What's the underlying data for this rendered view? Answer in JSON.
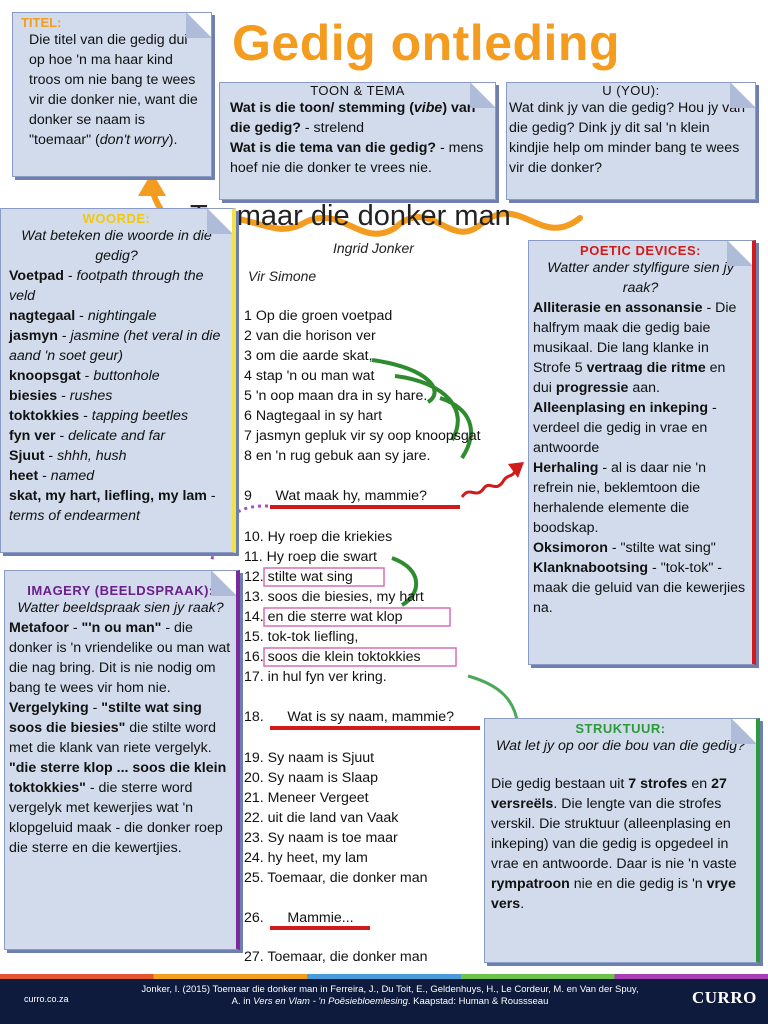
{
  "header": {
    "title": "Gedig ontleding"
  },
  "poem": {
    "title": "Toemaar die donker man",
    "author": "Ingrid Jonker",
    "dedication": "Vir Simone",
    "lines": [
      "1 Op die groen voetpad",
      "2 van die horison ver",
      "3 om die aarde skat,",
      "4 stap 'n ou man wat",
      "5 'n oop maan dra in sy hare.",
      "6 Nagtegaal in sy hart",
      "7 jasmyn gepluk vir sy oop knoopsgat",
      "8 en 'n rug gebuk aan sy jare.",
      "9      Wat maak hy, mammie?",
      "10. Hy roep die kriekies",
      "11. Hy roep die swart",
      "12. stilte wat sing",
      "13. soos die biesies, my hart",
      "14. en die sterre wat klop",
      "15. tok-tok liefling,",
      "16. soos die klein toktokkies",
      "17. in hul fyn ver kring.",
      "18.      Wat is sy naam, mammie?",
      "19. Sy naam is Sjuut",
      "20. Sy naam is Slaap",
      "21. Meneer Vergeet",
      "22. uit die land van Vaak",
      "23. Sy naam is toe maar",
      "24. hy heet, my lam",
      "25. Toemaar, die donker man",
      "26.      Mammie...",
      "27. Toemaar, die donker man"
    ]
  },
  "titel": {
    "heading": "TITEL:",
    "body_1": "Die titel van die gedig dui op hoe 'n ma haar kind troos om nie bang te wees vir die donker nie, want die donker se naam is \"toemaar\" (",
    "body_2": "don't worry",
    "body_3": ")."
  },
  "toon": {
    "heading": "TOON & TEMA",
    "q1a": "Wat is die toon/ stemming (",
    "q1b": "vibe",
    "q1c": ") van die gedig?",
    "a1": " - strelend",
    "q2": "Wat is die tema van die gedig?",
    "a2": " - mens hoef nie die donker te vrees nie."
  },
  "you": {
    "heading": "U (YOU):",
    "body": "Wat dink jy van die gedig? Hou jy van die gedig? Dink jy dit sal 'n klein kindjie help om minder bang te wees vir die donker?"
  },
  "woorde": {
    "heading": "WOORDE:",
    "question": "Wat beteken die woorde in die gedig?",
    "items": [
      {
        "term": "Voetpad",
        "meaning": "footpath through the veld"
      },
      {
        "term": "nagtegaal",
        "meaning": "nightingale"
      },
      {
        "term": "jasmyn",
        "meaning": "jasmine (het veral in die aand 'n soet geur)"
      },
      {
        "term": "knoopsgat",
        "meaning": "buttonhole"
      },
      {
        "term": "biesies",
        "meaning": "rushes"
      },
      {
        "term": "toktokkies",
        "meaning": "tapping beetles"
      },
      {
        "term": "fyn ver",
        "meaning": "delicate and far"
      },
      {
        "term": "Sjuut",
        "meaning": "shhh, hush"
      },
      {
        "term": "heet",
        "meaning": "named"
      },
      {
        "term": "skat, my hart, liefling, my lam",
        "meaning": "terms of endearment"
      }
    ]
  },
  "imagery": {
    "heading": "IMAGERY (BEELDSPRAAK):",
    "question": "Watter beeldspraak sien jy raak?",
    "m_label": "Metafoor",
    "m_quote": "\"'n ou man\"",
    "m_body": " - die donker is 'n vriendelike ou man wat die nag bring. Dit is nie nodig om bang te wees vir hom nie.",
    "v_label": "Vergelyking",
    "v_quote": "\"stilte wat sing soos die biesies\"",
    "v_body": " die stilte word met die klank van riete vergelyk. ",
    "v_quote2": "\"die sterre klop ... soos die klein toktokkies\"",
    "v_body2": " - die sterre word vergelyk met kewerjies wat 'n klopgeluid maak - die donker roep die sterre en die kewertjies."
  },
  "poetic": {
    "heading": "POETIC DEVICES:",
    "question": "Watter ander stylfigure sien jy raak?",
    "a_label": "Alliterasie en assonansie",
    "a_body": " - Die halfrym maak die gedig baie musikaal. Die lang klanke in Strofe 5 ",
    "a_bold": "vertraag die ritme",
    "a_body2": " en dui ",
    "a_bold2": "progressie",
    "a_body3": " aan.",
    "ai_label": "Alleenplasing en inkeping",
    "ai_body": " - verdeel die gedig in vrae en antwoorde",
    "h_label": "Herhaling",
    "h_body": " - al is daar nie 'n refrein nie, beklemtoon die herhalende elemente die boodskap.",
    "o_label": "Oksimoron",
    "o_body": " - \"stilte wat sing\"",
    "k_label": "Klanknabootsing",
    "k_body": " - \"tok-tok\" - maak die geluid van die kewerjies na."
  },
  "struktuur": {
    "heading": "STRUKTUUR:",
    "question": "Wat let jy op oor die bou van die gedig?",
    "p1": "Die gedig bestaan uit ",
    "p1b": "7 strofes",
    "p2": " en ",
    "p2b": "27 versreëls",
    "p3": ". Die lengte van die strofes verskil. Die struktuur (alleenplasing en inkeping) van die gedig is opgedeel in vrae en antwoorde. Daar is nie 'n vaste ",
    "p3b": "rympatroon",
    "p4": " nie en die gedig is 'n ",
    "p4b": "vrye vers",
    "p5": "."
  },
  "footer": {
    "site": "curro.co.za",
    "ref_1": "Jonker, I. (2015) Toemaar die donker man in Ferreira, J., Du Toit, E., Geldenhuys, H., Le Cordeur, M. en Van der Spuy, A.  in ",
    "ref_italic": "Vers en Vlam - 'n Poësiebloemlesing",
    "ref_2": ". Kaapstad: Human & Roussseau",
    "brand": "CURRO"
  },
  "colors": {
    "title_orange": "#f39c1f",
    "heading_red": "#d11a1a",
    "heading_purple": "#6a1f8a",
    "heading_green": "#2a9a3a",
    "heading_yellow": "#f2c80f",
    "note_blue": "#d2dbec",
    "footer_navy": "#0f1b3d"
  }
}
